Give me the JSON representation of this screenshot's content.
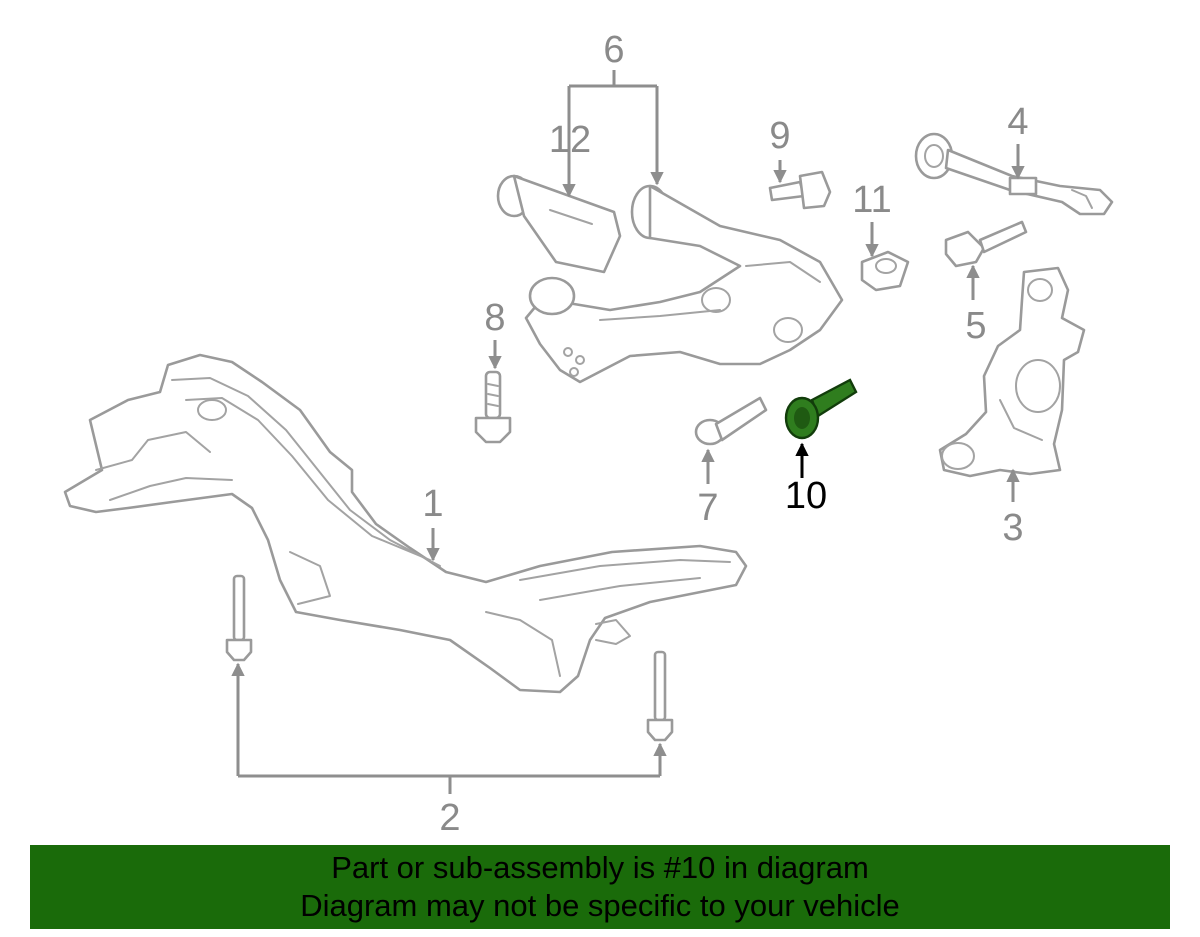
{
  "diagram": {
    "highlighted_part": "10",
    "colors": {
      "highlight_fill": "#2f7d1e",
      "banner_background": "#1a6b0a",
      "part_outline": "#9a9a9a",
      "callout_text": "#8a8a8a"
    },
    "callouts": {
      "c1": "1",
      "c2": "2",
      "c3": "3",
      "c4": "4",
      "c5": "5",
      "c6": "6",
      "c7": "7",
      "c8": "8",
      "c9": "9",
      "c10": "10",
      "c11": "11",
      "c12": "12"
    }
  },
  "banner": {
    "line1": "Part or sub-assembly is #10 in diagram",
    "line2": "Diagram may not be specific to your vehicle"
  }
}
